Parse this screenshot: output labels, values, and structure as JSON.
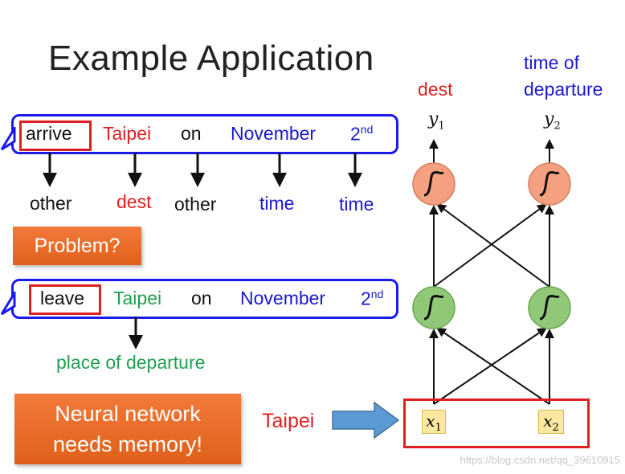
{
  "title": "Example Application",
  "sentence1": {
    "words": [
      "arrive",
      "Taipei",
      "on",
      "November",
      "2"
    ],
    "ordinal_suffix": "nd",
    "slots": [
      "other",
      "dest",
      "other",
      "time",
      "time"
    ]
  },
  "problem_button": "Problem?",
  "sentence2": {
    "words": [
      "leave",
      "Taipei",
      "on",
      "November",
      "2"
    ],
    "ordinal_suffix": "nd",
    "slot": "place of departure"
  },
  "memory_button": [
    "Neural network",
    "needs memory!"
  ],
  "input_word": "Taipei",
  "network": {
    "output_labels": [
      "dest",
      "time of",
      "departure"
    ],
    "outputs": [
      {
        "symbol": "y",
        "index": "1"
      },
      {
        "symbol": "y",
        "index": "2"
      }
    ],
    "inputs": [
      {
        "symbol": "x",
        "index": "1"
      },
      {
        "symbol": "x",
        "index": "2"
      }
    ]
  },
  "watermark": "https://blog.csdn.net/qq_39610915",
  "colors": {
    "accent_blue": "#1a1af0",
    "highlight_red": "#e02020",
    "slot_green": "#22a050",
    "button_orange": "#e8692a",
    "output_neuron": "#f5a080",
    "hidden_neuron": "#90c878",
    "input_fill": "#fce8a0",
    "arrow_blue": "#5b9bd5"
  }
}
